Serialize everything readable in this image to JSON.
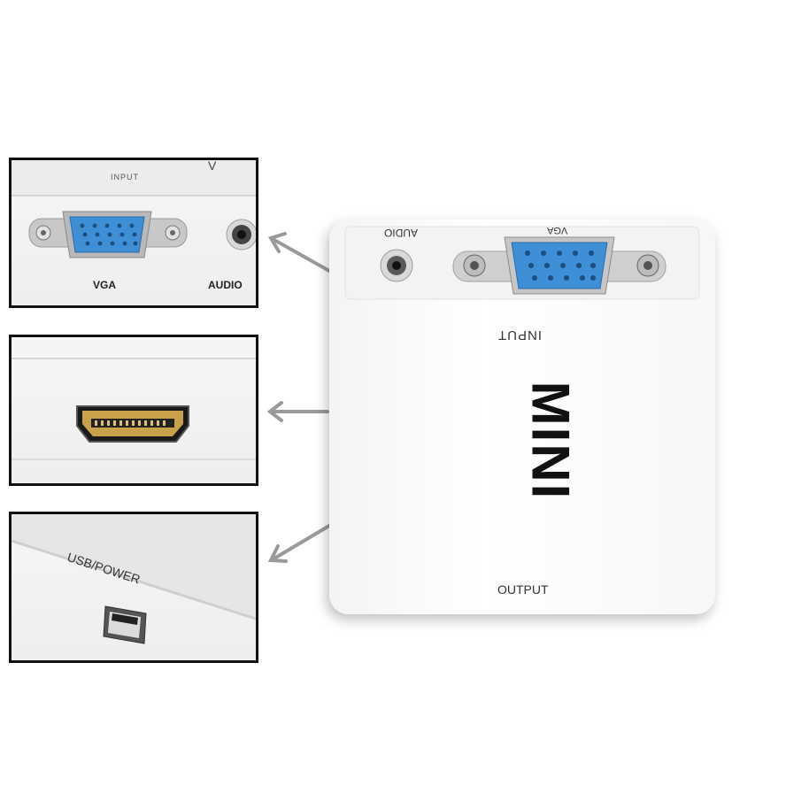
{
  "panels": {
    "vga_audio": {
      "top_label": "INPUT",
      "corner_letter": "V",
      "vga_label": "VGA",
      "audio_label": "AUDIO"
    },
    "usb": {
      "label": "USB/POWER"
    }
  },
  "device": {
    "audio_label": "AUDIO",
    "vga_label": "VGA",
    "input_label": "INPUT",
    "brand": "MINI",
    "output_label": "OUTPUT"
  },
  "colors": {
    "vga_blue": "#3f8fd6",
    "frame": "#111111",
    "arrow": "#9a9a9a",
    "hdmi_gold": "#c9a14a"
  }
}
